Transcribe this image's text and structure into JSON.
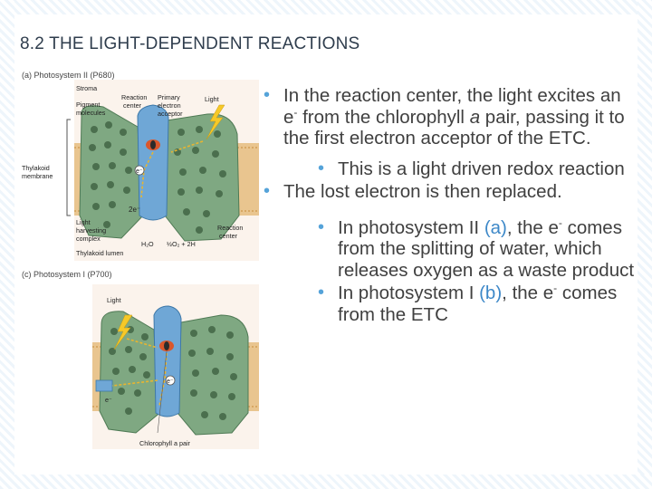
{
  "slide": {
    "title": "8.2 THE LIGHT-DEPENDENT REACTIONS"
  },
  "figure_a": {
    "caption": "(a) Photosystem II (P680)",
    "labels": {
      "stroma": "Stroma",
      "pigment": "Pigment",
      "molecules": "molecules",
      "reaction": "Reaction",
      "center": "center",
      "primary": "Primary",
      "electron": "electron",
      "acceptor": "acceptor",
      "light": "Light",
      "thylakoid": "Thylakoid",
      "membrane": "membrane",
      "light2": "Light",
      "harvesting": "harvesting",
      "complex": "complex",
      "lumen": "Thylakoid lumen",
      "reaction2": "Reaction",
      "center2": "center",
      "two_e": "2e⁻",
      "e_minus": "e⁻",
      "water": "H₂O",
      "oxygen": "½O₂ + 2H"
    }
  },
  "figure_b": {
    "caption": "(c) Photosystem I (P700)",
    "labels": {
      "light": "Light",
      "e1": "e⁻",
      "e2": "e⁻",
      "chlorophyll": "Chlorophyll a pair"
    }
  },
  "bullets": {
    "b1_pre": "In the reaction center, the light excites an e",
    "b1_sup": "-",
    "b1_mid": " from the chlorophyll ",
    "b1_ital": "a",
    "b1_post": " pair, passing it to the first electron acceptor of the ETC.",
    "b1_sub": "This is a light driven redox reaction",
    "b2": "The lost electron is then replaced.",
    "b2_sub1_pre": "In photosystem II ",
    "b2_sub1_accent": "(a)",
    "b2_sub1_mid": ", the e",
    "b2_sub1_sup": "-",
    "b2_sub1_post": " comes from the splitting of water, which releases oxygen as a waste product",
    "b2_sub2_pre": "In photosystem I ",
    "b2_sub2_accent": "(b)",
    "b2_sub2_mid": ", the e",
    "b2_sub2_sup": "-",
    "b2_sub2_post": " comes from the ETC"
  },
  "colors": {
    "title": "#2f3d4d",
    "bullet": "#55a3d9",
    "accent": "#3d88c8",
    "body_text": "#404040",
    "protein_green": "#7fa882",
    "reaction_blue": "#6fa7d6",
    "membrane_tan": "#d9a86a"
  }
}
